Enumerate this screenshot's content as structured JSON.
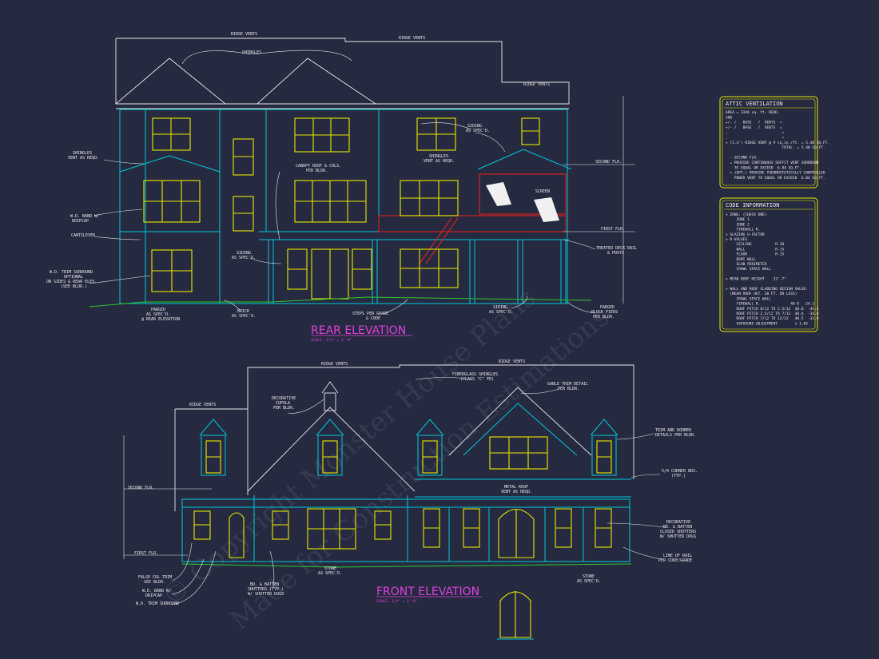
{
  "drawing": {
    "rear_title": "REAR ELEVATION",
    "rear_scale": "SCALE: 1/4\" = 1'-0\"",
    "front_title": "FRONT ELEVATION",
    "front_scale": "SCALE: 1/4\" = 1'-0\""
  },
  "rear_notes": {
    "ridge_vents_1": "RIDGE VENTS",
    "ridge_vents_2": "RIDGE VENTS",
    "ridge_vents_3": "RIDGE VENTS",
    "shingles": "SHINGLES",
    "shingles_vent": [
      "SHINGLES",
      "VENT AS REQD."
    ],
    "shingles_vent_2": [
      "SHINGLES",
      "VENT AS REQD."
    ],
    "canopy_roof": [
      "CANOPY ROOF & COLS.",
      "PER BLDR."
    ],
    "siding_1": [
      "SIDING",
      "AS SPEC'D."
    ],
    "siding_2": [
      "SIDING",
      "AS SPEC'D."
    ],
    "siding_3": [
      "SIDING",
      "AS SPEC'D."
    ],
    "screen": "SCREEN",
    "wd_band": [
      "W.D. BAND W/",
      "DRIPCAP"
    ],
    "cantilever": "CANTILEVER",
    "trim_surround": [
      "W.D. TRIM SURROUND",
      "OPTIONAL",
      "ON SIDES & REAR ELEV.",
      "(SEE BLDR.)"
    ],
    "parged_1": [
      "PARGED",
      "AS SPEC'D.",
      "@ REAR ELEVATION"
    ],
    "brick": [
      "BRICK",
      "AS SPEC'D."
    ],
    "steps": [
      "STEPS PER GRADE",
      "& CODE"
    ],
    "treated_deck": [
      "TREATED DECK RAIL",
      "& POSTS"
    ],
    "parged_2": [
      "PARGED",
      "BLOCK PIERS",
      "PER BLDR."
    ],
    "second_flr": "SECOND FLR.",
    "first_flr": "FIRST FLR."
  },
  "front_notes": {
    "ridge_vents_a": "RIDGE VENTS",
    "ridge_vents_b": "RIDGE VENTS",
    "ridge_vents_c": "RIDGE VENTS",
    "fiberglass": [
      "FIBERGLASS SHINGLES",
      "(CLASS \"C\" FR)"
    ],
    "decorative_cupola": [
      "DECORATIVE",
      "CUPOLA",
      "PER BLDR."
    ],
    "gable_trim": [
      "GABLE TRIM DETAIL",
      "PER BLDR."
    ],
    "trim_dormer": [
      "TRIM AND DORMER",
      "DETAILS PER BLDR."
    ],
    "corner_bds": [
      "5/4 CORNER BDS.",
      "(TYP.)"
    ],
    "metal_roof": [
      "METAL ROOF",
      "VENT AS REQD."
    ],
    "decorative_shutters": [
      "DECORATIVE",
      "BD. & BATTEN",
      "CLOSED SHUTTERS",
      "W/ SHUTTER DOGS"
    ],
    "line_of_rail": [
      "LINE OF RAIL",
      "PER CODE/GRADE"
    ],
    "stone_1": [
      "STONE",
      "AS SPEC'D."
    ],
    "stone_2": [
      "STONE",
      "AS SPEC'D."
    ],
    "false_col": [
      "FALSE COL.TRIM",
      "SEE BLDR."
    ],
    "wd_band": [
      "W.D. BAND W/",
      "DRIPCAP"
    ],
    "trim_surround": "W.D. TRIM SURROUND",
    "bd_batten": [
      "BD. & BATTEN",
      "SHUTTERS (TYP.)",
      "W/ SHUTTER DOGS"
    ],
    "second_flr": "SECOND FLR.",
    "first_flr": "FIRST FLR."
  },
  "attic_ventilation": {
    "title": "ATTIC VENTILATION",
    "lines": [
      "AREA = 3348 sq. ft. REQD.",
      "300",
      "+/- /   BASE   /  VENTS  =",
      "+/- /   BASE   /  VENTS  =",
      ".                         =",
      ".                         =",
      "+ (5.4') RIDGE VENT @ 9 sq.in./ft. = 5.40 SQ.FT.",
      "                          TOTAL  = 5.40 SQ.FT.",
      "",
      "  - SECOND FLR.",
      "  = PROVIDE CONTINUOUS SOFFIT VENT SURROUND",
      "    TO EQUAL OR EXCEED  6.84 SQ.FT.",
      "  = (OPT.) PROVIDE THERMOSTATICALLY CONTROLLED",
      "    POWER VENT TO EQUAL OR EXCEED  6.84 SQ.FT."
    ]
  },
  "code_information": {
    "title": "CODE INFORMATION",
    "lines": [
      "> ZONE: (CHECK ONE)",
      "     ZONE 1",
      "     ZONE 2",
      "     FIREWALL R.",
      "> GLAZING U-FACTOR",
      "> R-VALUES",
      "     CEILING           R-38",
      "     WALL              R-15",
      "     FLOOR             R-15",
      "     BSMT WALL",
      "     SLAB PERIMETER",
      "     CRAWL SPACE WALL",
      "",
      "> MEAN ROOF HEIGHT    33'-7\"",
      "",
      "> WALL AND ROOF CLADDING DESIGN VALUE:",
      "  (MEAN ROOF HGT. 30 FT. OR LESS)",
      "     CRAWL SPACE WALL",
      "     FIREWALL R.              48-8  -24.1",
      "     ROOF PITCH 0/12 TO 2.5/12  48.8  -45.4",
      "     ROOF PITCH 2.5/12 TO 7/12  48.6  -34.8",
      "     ROOF PITCH 7/12 TO 12/12   48.5  -31.9",
      "     EXPOSURE ADJUSTMENT        x 1.05"
    ]
  },
  "watermark": {
    "line1": "© Copyright Monster House Plans",
    "line2": "Made for Construction Estimations"
  },
  "colors": {
    "background": "#262a40",
    "walls": "#00c8d8",
    "windows": "#e8e800",
    "titles": "#e040e0",
    "deck": "#e02020",
    "grade": "#2ec82e"
  }
}
